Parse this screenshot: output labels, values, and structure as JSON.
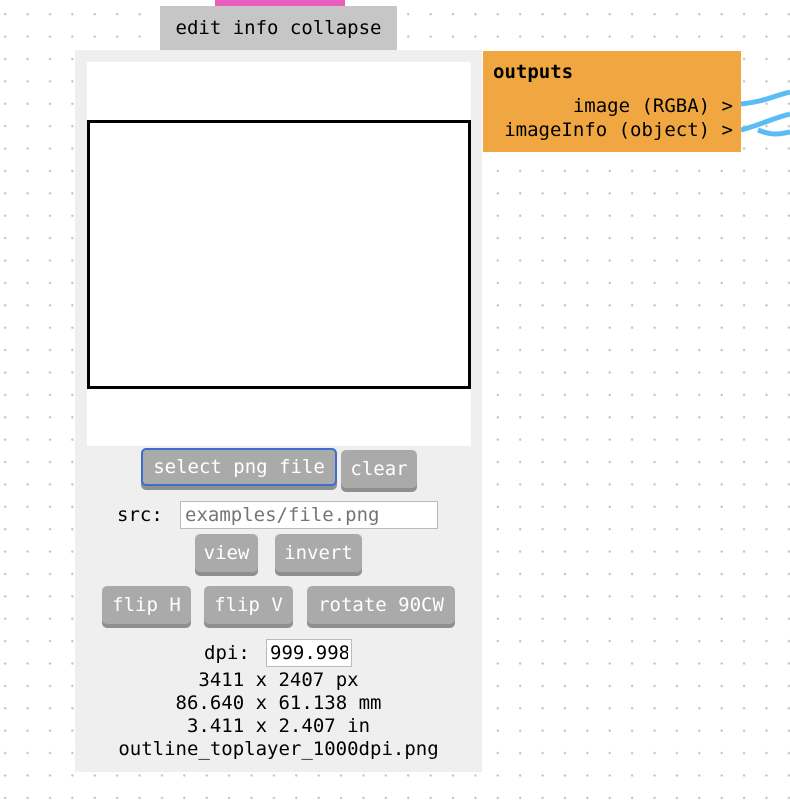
{
  "node_header": {
    "menu_label": "edit info collapse"
  },
  "outputs": {
    "title": "outputs",
    "ports": [
      {
        "label": "image (RGBA) >"
      },
      {
        "label": "imageInfo (object) >"
      }
    ],
    "color": "#f0a742",
    "wire_color": "#5bbcf5"
  },
  "buttons": {
    "select": "select png file",
    "clear": "clear",
    "view": "view",
    "invert": "invert",
    "flip_h": "flip H",
    "flip_v": "flip V",
    "rotate": "rotate 90CW"
  },
  "src": {
    "label": "src:",
    "placeholder": "examples/file.png",
    "value": ""
  },
  "dpi": {
    "label": "dpi:",
    "value": "999.998"
  },
  "info": {
    "px": "3411 x 2407 px",
    "mm": "86.640 x 61.138 mm",
    "in": "3.411 x 2.407 in",
    "filename": "outline_toplayer_1000dpi.png"
  }
}
